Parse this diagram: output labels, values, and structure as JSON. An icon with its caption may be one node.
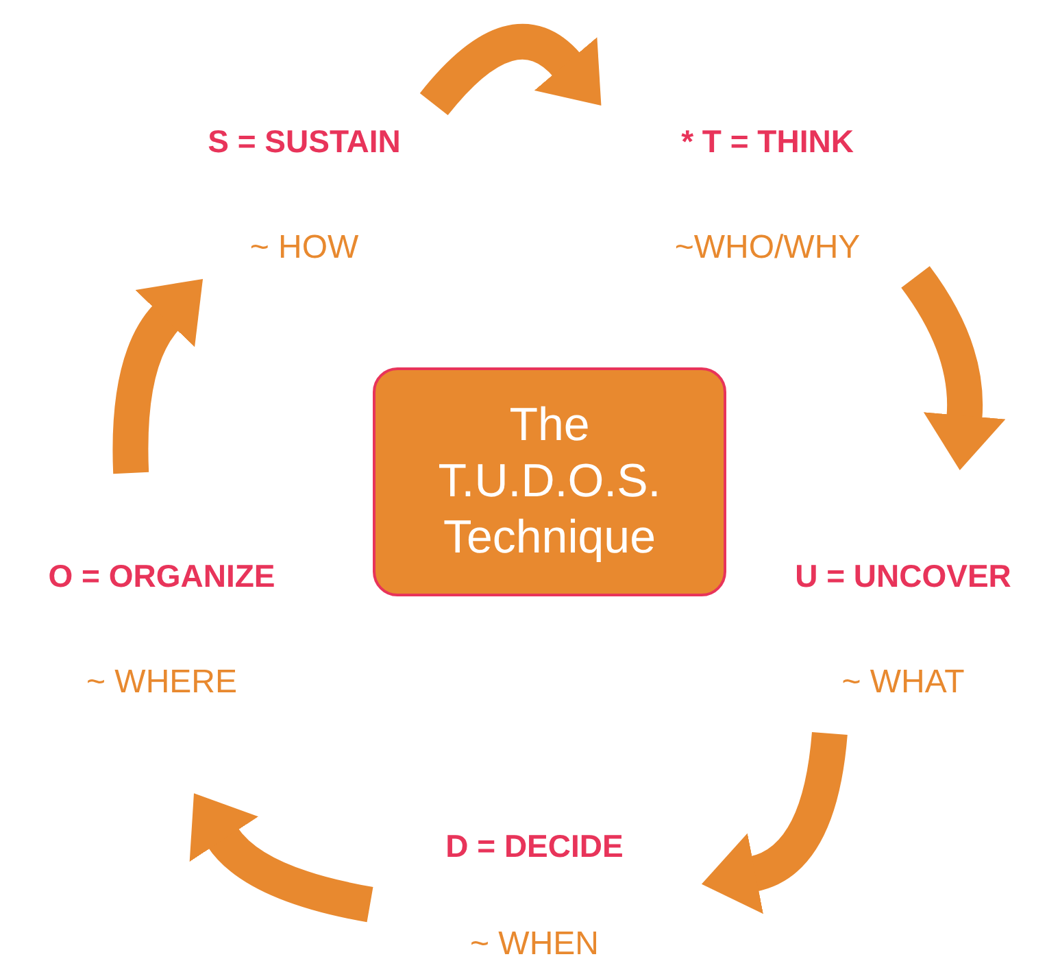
{
  "diagram": {
    "nodes": [
      {
        "text": [
          "S = SUSTAIN",
          "~ HOW"
        ]
      },
      {
        "text": [
          "* T = THINK",
          "~WHO/WHY"
        ]
      },
      {
        "text": [
          "The T.U.D.O.S. Technique"
        ]
      },
      {
        "text": [
          "O = ORGANIZE",
          "~ WHERE"
        ]
      },
      {
        "text": [
          "U = UNCOVER",
          "~ WHAT"
        ]
      },
      {
        "text": [
          "D = DECIDE",
          "~ WHEN"
        ]
      }
    ],
    "edges": [
      {
        "from": 0,
        "to": 1,
        "arrow": "to"
      },
      {
        "from": 1,
        "to": 4,
        "arrow": "to"
      },
      {
        "from": 4,
        "to": 5,
        "arrow": "to"
      },
      {
        "from": 5,
        "to": 3,
        "arrow": "to"
      },
      {
        "from": 3,
        "to": 0,
        "arrow": "to"
      }
    ]
  }
}
